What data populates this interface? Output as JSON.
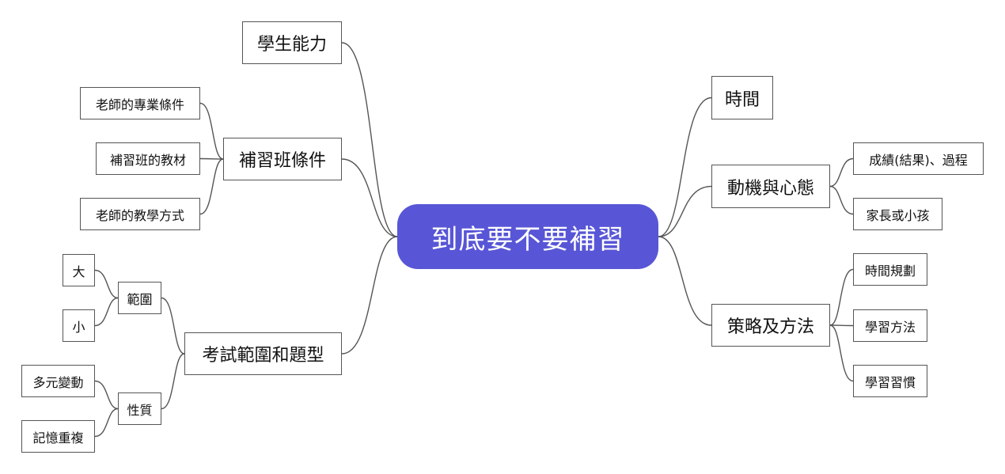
{
  "root": {
    "label": "到底要不要補習",
    "color": "#5856d6"
  },
  "left": {
    "student_ability": {
      "label": "學生能力"
    },
    "cram_conditions": {
      "label": "補習班條件",
      "children": [
        "老師的專業條件",
        "補習班的教材",
        "老師的教學方式"
      ]
    },
    "exam": {
      "label": "考試範圍和題型",
      "scope": {
        "label": "範圍",
        "children": [
          "大",
          "小"
        ]
      },
      "nature": {
        "label": "性質",
        "children": [
          "多元變動",
          "記憶重複"
        ]
      }
    }
  },
  "right": {
    "time": {
      "label": "時間"
    },
    "motivation": {
      "label": "動機與心態",
      "children": [
        "成績(結果)、過程",
        "家長或小孩"
      ]
    },
    "strategy": {
      "label": "策略及方法",
      "children": [
        "時間規劃",
        "學習方法",
        "學習習慣"
      ]
    }
  },
  "line_color": "#555555"
}
